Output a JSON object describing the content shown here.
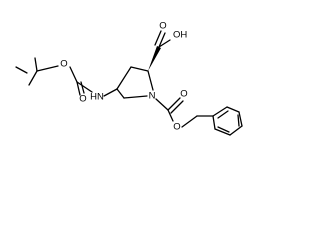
{
  "molecule": {
    "atom_labels": {
      "carboxylic_acid": "OH",
      "acid_oxygen": "O",
      "boc_ether_oxygen": "O",
      "boc_carbonyl_oxygen": "O",
      "carbamate_nh": "HN",
      "ring_nitrogen": "N",
      "cbz_carbonyl_oxygen": "O",
      "cbz_ether_oxygen": "O"
    }
  }
}
